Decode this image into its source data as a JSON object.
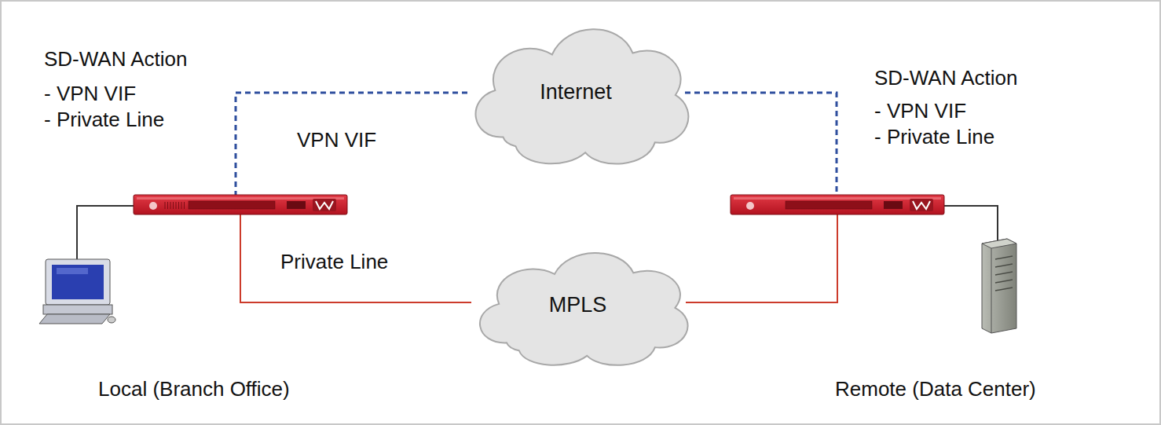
{
  "diagram": {
    "nodes": [
      {
        "text": [
          "Internet"
        ]
      },
      {
        "text": [
          "MPLS"
        ]
      }
    ],
    "labels": [
      "SD-WAN Action",
      "- VPN VIF",
      "- Private Line",
      "SD-WAN Action",
      "- VPN VIF",
      "- Private Line",
      "VPN VIF",
      "Private Line",
      "Local (Branch Office)",
      "Remote (Data Center)"
    ]
  }
}
